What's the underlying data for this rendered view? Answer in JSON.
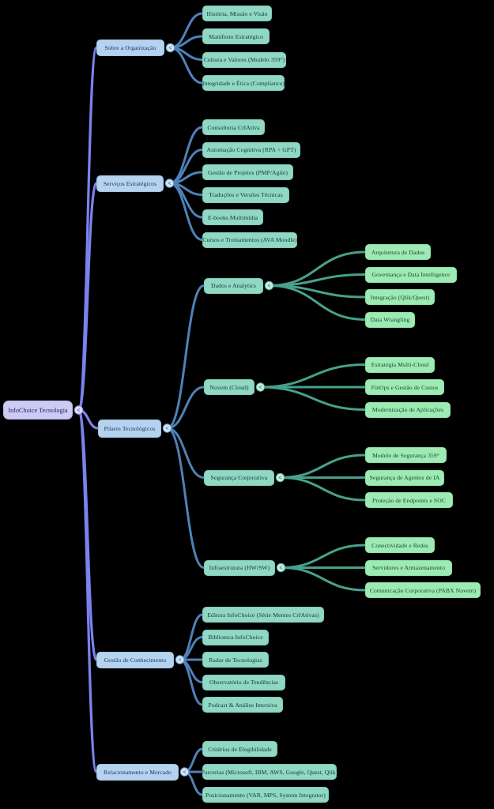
{
  "collapse_glyph": "<",
  "palette": {
    "background": "#000000",
    "levels": [
      {
        "fill": "#cbcbf4",
        "border": "#b7b7ea",
        "text": "#1b1b5a"
      },
      {
        "fill": "#b5d2ee",
        "border": "#a2c4e4",
        "text": "#16325a"
      },
      {
        "fill": "#90d7c4",
        "border": "#7ecab6",
        "text": "#0d3a30"
      },
      {
        "fill": "#9eeab4",
        "border": "#8ae0a4",
        "text": "#114a28"
      }
    ],
    "edges": [
      "#7b82ee",
      "#4e81b8",
      "#47a18c"
    ],
    "toggles": [
      {
        "fill": "#dedcf7",
        "stroke": "#9a9ae0",
        "glyph": "#3c3c8c"
      },
      {
        "fill": "#d3e4f5",
        "stroke": "#6d9cc9",
        "glyph": "#2c5a8a"
      },
      {
        "fill": "#c5ece2",
        "stroke": "#5fae9a",
        "glyph": "#20695a"
      }
    ]
  },
  "tree": {
    "id": "root",
    "label": "InfoChoice Tecnologia",
    "children": [
      {
        "id": "org",
        "label": "Sobre a Organização",
        "children": [
          {
            "id": "org1",
            "label": "História, Missão e Visão"
          },
          {
            "id": "org2",
            "label": "Manifesto Estratégico"
          },
          {
            "id": "org3",
            "label": "Cultura e Valores (Modelo 359°)"
          },
          {
            "id": "org4",
            "label": "Integridade e Ética (Compliance)"
          }
        ]
      },
      {
        "id": "svc",
        "label": "Serviços Estratégicos",
        "children": [
          {
            "id": "svc1",
            "label": "Consultoria CrIAtiva"
          },
          {
            "id": "svc2",
            "label": "Automação Cognitiva (RPA + GPT)"
          },
          {
            "id": "svc3",
            "label": "Gestão de Projetos (PMP/Agile)"
          },
          {
            "id": "svc4",
            "label": "Traduções e Versões Técnicas"
          },
          {
            "id": "svc5",
            "label": "E-books Multimídia"
          },
          {
            "id": "svc6",
            "label": "Cursos e Treinamentos (AVA Moodle)"
          }
        ]
      },
      {
        "id": "pil",
        "label": "Pilares Tecnológicos",
        "children": [
          {
            "id": "dados",
            "label": "Dados e Analytics",
            "children": [
              {
                "id": "d1",
                "label": "Arquitetura de Dados"
              },
              {
                "id": "d2",
                "label": "Governança e Data Intelligence"
              },
              {
                "id": "d3",
                "label": "Integração (Qlik/Quest)"
              },
              {
                "id": "d4",
                "label": "Data Wrangling"
              }
            ]
          },
          {
            "id": "nuvem",
            "label": "Nuvem (Cloud)",
            "children": [
              {
                "id": "n1",
                "label": "Estratégia Multi-Cloud"
              },
              {
                "id": "n2",
                "label": "FinOps e Gestão de Custos"
              },
              {
                "id": "n3",
                "label": "Modernização de Aplicações"
              }
            ]
          },
          {
            "id": "seg",
            "label": "Segurança Corporativa",
            "children": [
              {
                "id": "s1",
                "label": "Modelo de Segurança 359°"
              },
              {
                "id": "s2",
                "label": "Segurança de Agentes de IA"
              },
              {
                "id": "s3",
                "label": "Proteção de Endpoints e SOC"
              }
            ]
          },
          {
            "id": "infra",
            "label": "Infraestrutura (HW/SW)",
            "children": [
              {
                "id": "i1",
                "label": "Conectividade e Redes"
              },
              {
                "id": "i2",
                "label": "Servidores e Armazenamento"
              },
              {
                "id": "i3",
                "label": "Comunicação Corporativa (PABX Nuvem)"
              }
            ]
          }
        ]
      },
      {
        "id": "gc",
        "label": "Gestão de Conhecimento",
        "children": [
          {
            "id": "gc1",
            "label": "Editora InfoChoice (Série Mentes CrIAtivas)"
          },
          {
            "id": "gc2",
            "label": "Biblioteca InfoChoice"
          },
          {
            "id": "gc3",
            "label": "Radar de Tecnologias"
          },
          {
            "id": "gc4",
            "label": "Observatório de Tendências"
          },
          {
            "id": "gc5",
            "label": "Podcast & Análise Imersiva"
          }
        ]
      },
      {
        "id": "rm",
        "label": "Relacionamento e Mercado",
        "children": [
          {
            "id": "rm1",
            "label": "Critérios de Elegibilidade"
          },
          {
            "id": "rm2",
            "label": "Parcerias (Microsoft, IBM, AWS, Google, Quest, Qlik)"
          },
          {
            "id": "rm3",
            "label": "Posicionamento (VAR, MPS, System Integrator)"
          }
        ]
      }
    ]
  }
}
